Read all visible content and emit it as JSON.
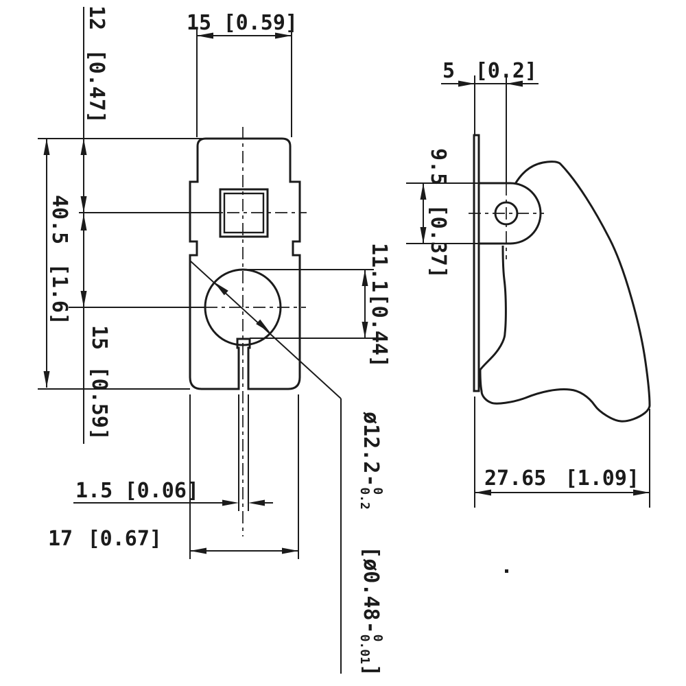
{
  "drawing": {
    "title": "switch-guard-technical-drawing",
    "line_color": "#1b1b1b",
    "background": "#ffffff",
    "front_view": {
      "dim_top_width": {
        "mm": "15",
        "inch": "[0.59]"
      },
      "dim_top_to_square": {
        "mm": "12",
        "inch": "[0.47]"
      },
      "dim_total_height": {
        "mm": "40.5",
        "inch": "[1.6]"
      },
      "dim_square_to_hole": {
        "mm": "15",
        "inch": "[0.59]"
      },
      "dim_hole_to_notch": {
        "mm": "11.1",
        "inch": "[0.44]"
      },
      "dim_slot_width": {
        "mm": "1.5",
        "inch": "[0.06]"
      },
      "dim_bottom_width": {
        "mm": "17",
        "inch": "[0.67]"
      },
      "dim_hole_diameter": {
        "mm_main": "ø12.2",
        "mm_minus": "-",
        "mm_tol_top": "0",
        "mm_tol_bottom": "0.2",
        "inch_open": "[ø0.48",
        "inch_minus": "-",
        "inch_tol_top": "0",
        "inch_tol_bottom": "0.01",
        "inch_close": "]"
      }
    },
    "side_view": {
      "dim_plate_to_hole": {
        "mm": "5",
        "inch": "[0.2]"
      },
      "dim_tab_height": {
        "mm": "9.5",
        "inch": "[0.37]"
      },
      "dim_depth": {
        "mm": "27.65",
        "inch": "[1.09]"
      }
    }
  }
}
